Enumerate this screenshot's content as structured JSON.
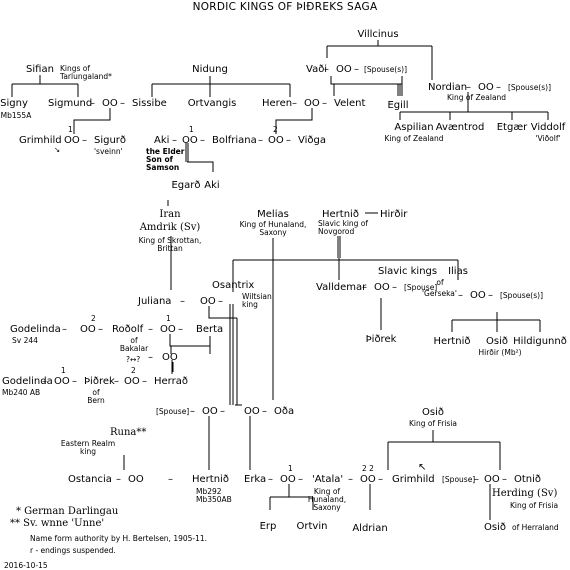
{
  "title": "NORDIC KINGS  OF  ÞIÐREKS SAGA",
  "marriage_symbol": "OO",
  "dash": "–",
  "spouse_label": "[Spouse]",
  "spouses_label": "[Spouse(s)]",
  "people": {
    "villcinus": "Villcinus",
    "vadi": "Vaði",
    "nordian": "Nordian",
    "nordian_title": "King of Zealand",
    "egill": "Egill",
    "aspilian": "Aspilian",
    "aspilian_title": "King of Zealand",
    "avaentrod": "Avæntrod",
    "etgaer": "Etgær",
    "viddolf": "Viddolf",
    "viddolf_alias": "'Viðolf'",
    "sifian": "Sifian",
    "sifian_title": "Kings of Tarlungaland*",
    "signy": "Signy",
    "signy_ref": "Mb155A",
    "sigmund": "Sigmund",
    "sissibe": "Sissibe",
    "nidung": "Nidung",
    "ortvangis": "Ortvangis",
    "heren": "Heren",
    "velent": "Velent",
    "grimhild1": "Grimhild",
    "sigurd": "Sigurð",
    "sigurd_alias": "'sveinn'",
    "aki": "Aki",
    "aki_note": "the Elder Son of Samson",
    "bolfriana": "Bolfriana",
    "vidga": "Viðga",
    "egard": "Egarð",
    "aki2": "Aki",
    "iran": "Iran",
    "amdrik": "Amdrik (Sv)",
    "amdrik_title": "King of Skrottan, Brittan",
    "melias": "Melias",
    "melias_title": "King of Hunaland, Saxony",
    "hertnid": "Hertnið",
    "hertnid_title": "Slavic king of Novgorod",
    "hirdir": "Hirðir",
    "osantrix": "Osantrix",
    "osantrix_title": "Wiltsian king",
    "slavic_kings": "Slavic kings",
    "valldemar": "Valldemar",
    "ilias": "Ilias",
    "ilias_of": "of",
    "ilias_title": "'Gerseka'",
    "julianna": "Juliana",
    "godelinda1": "Godelinda",
    "godelinda1_ref": "Sv 244",
    "rodolf": "Roðolf",
    "rodolf_title": "of Bakalar",
    "berta": "Berta",
    "unknown": "?↔?",
    "thidrek": "Þiðrek",
    "hertnid2": "Hertnið",
    "osid": "Osið",
    "osid_title": "Hirðir (Mb²)",
    "hildigunnd": "Hildigunnð",
    "godelinda2": "Godelinda",
    "godelinda2_ref": "Mb240 AB",
    "thidrek2": "Þiðrek",
    "thidrek2_title": "of Bern",
    "herrad": "Herrað",
    "oda": "Oða",
    "runa": "Runa**",
    "runa_title": "Eastern Realm king",
    "ostancia": "Ostancia",
    "hertnid3": "Hertnið",
    "hertnid3_ref": "Mb292 Mb350AB",
    "osid2": "Osið",
    "osid2_title": "King of Frisia",
    "erka": "Erka",
    "atala": "'Atala'",
    "atala_title": "King of Hunaland, Saxony",
    "grimhild2": "Grimhild",
    "otnid": "Otnið",
    "herding": "Herding (Sv)",
    "herding_title": "King of Frisia",
    "erp": "Erp",
    "ortvin": "Ortvin",
    "aldrian": "Aldrian",
    "osid3": "Osið",
    "osid3_title": "of Herraland"
  },
  "marks": {
    "m1": "1",
    "m2": "2",
    "m22": "2 2",
    "arrow": "↘",
    "arrow2": "↖"
  },
  "footer": {
    "note1": "*  German Darlingau",
    "note2": "**  Sv. wnne 'Unne'",
    "note3": "Name form authority by H. Bertelsen, 1905-11.",
    "note4": "r - endings suspended.",
    "date": "2016-10-15"
  }
}
